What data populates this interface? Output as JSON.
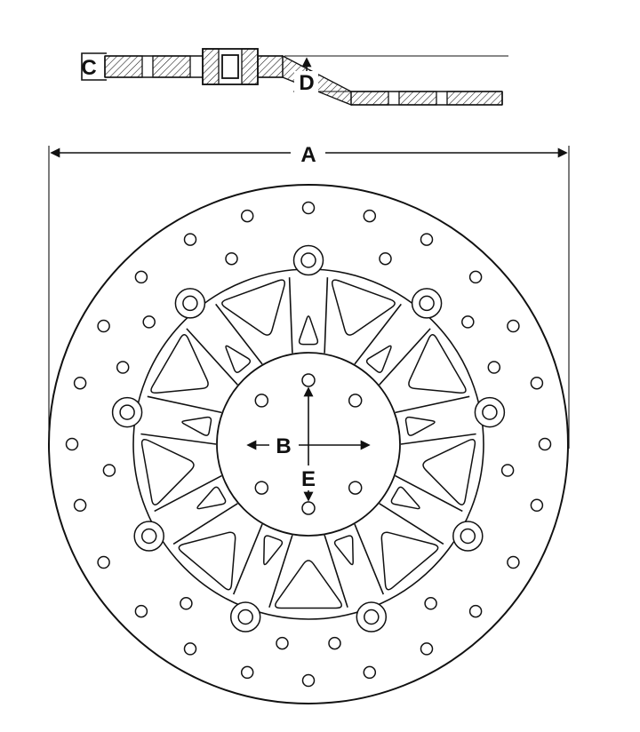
{
  "labels": {
    "A": "A",
    "B": "B",
    "C": "C",
    "D": "D",
    "E": "E"
  },
  "colors": {
    "line": "#111111",
    "background": "#ffffff"
  }
}
